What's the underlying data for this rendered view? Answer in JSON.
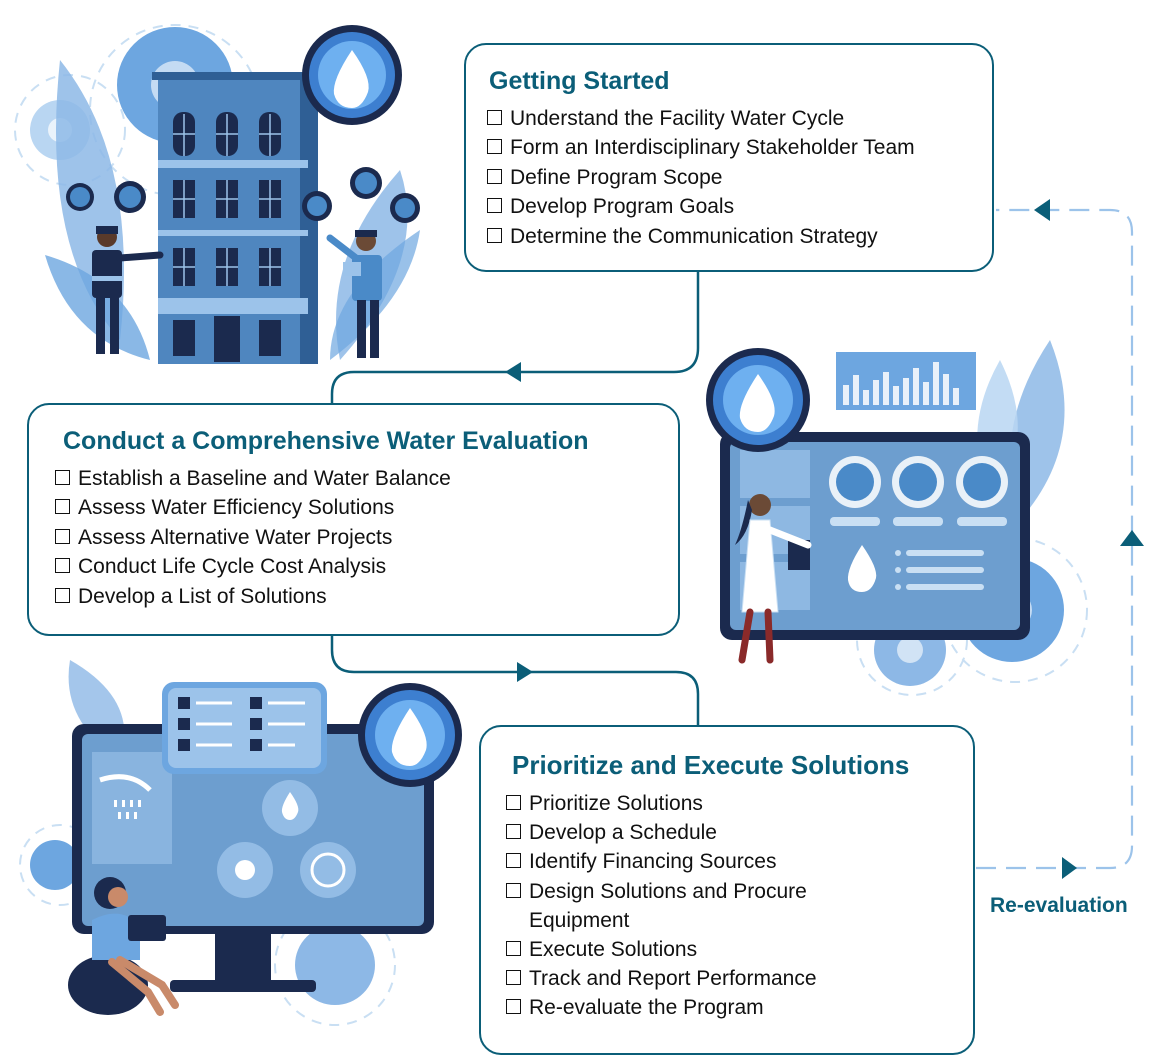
{
  "getting_started": {
    "title": "Getting Started",
    "items": [
      "Understand the Facility Water Cycle",
      "Form an Interdisciplinary Stakeholder Team",
      "Define Program Scope",
      "Develop Program Goals",
      "Determine the Communication Strategy"
    ]
  },
  "evaluation": {
    "title": "Conduct a Comprehensive Water Evaluation",
    "items": [
      "Establish a Baseline and Water Balance",
      "Assess Water Efficiency Solutions",
      "Assess Alternative Water Projects",
      "Conduct Life Cycle Cost Analysis",
      "Develop a List of Solutions"
    ]
  },
  "execute": {
    "title": "Prioritize and Execute Solutions",
    "items": [
      "Prioritize Solutions",
      "Develop a Schedule",
      "Identify Financing Sources",
      "Design Solutions and Procure Equipment",
      "Execute Solutions",
      "Track and Report Performance",
      "Re-evaluate the Program"
    ]
  },
  "reevaluation_label": "Re-evaluation",
  "colors": {
    "accent": "#0b5e78",
    "light_blue": "#9cc3ea",
    "mid_blue": "#4a8ac8",
    "navy": "#1b2a4e"
  },
  "illustrations": {
    "top_left": "building-with-workers-illustration",
    "middle_right": "dashboard-scientist-illustration",
    "bottom_left": "monitor-woman-laptop-illustration"
  }
}
